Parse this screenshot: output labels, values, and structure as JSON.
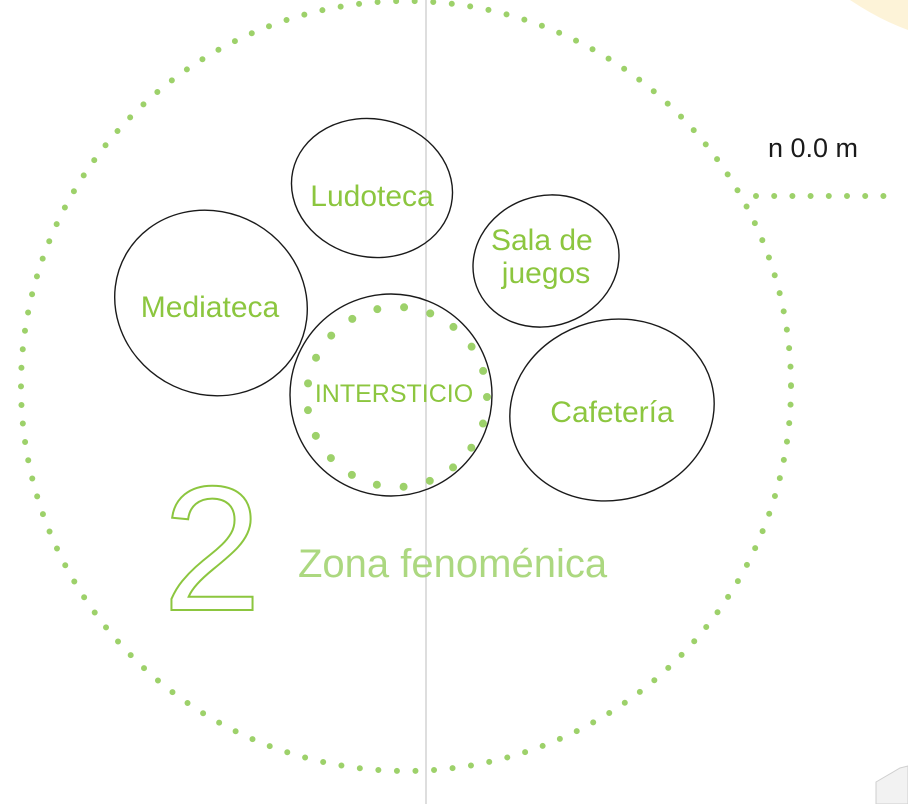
{
  "colors": {
    "accent": "#9dd16a",
    "text_green": "#8cc63f",
    "outline": "#1a1a1a",
    "divider": "#c8c8c8",
    "corner_blob": "#fdf3d8"
  },
  "level_label": "n 0.0 m",
  "zone": {
    "number": "2",
    "name": "Zona fenoménica"
  },
  "spaces": {
    "ludoteca": "Ludoteca",
    "sala_de_juegos": [
      "Sala de",
      "juegos"
    ],
    "mediateca": "Mediateca",
    "intersticio": "INTERSTICIO",
    "cafeteria": "Cafetería"
  }
}
